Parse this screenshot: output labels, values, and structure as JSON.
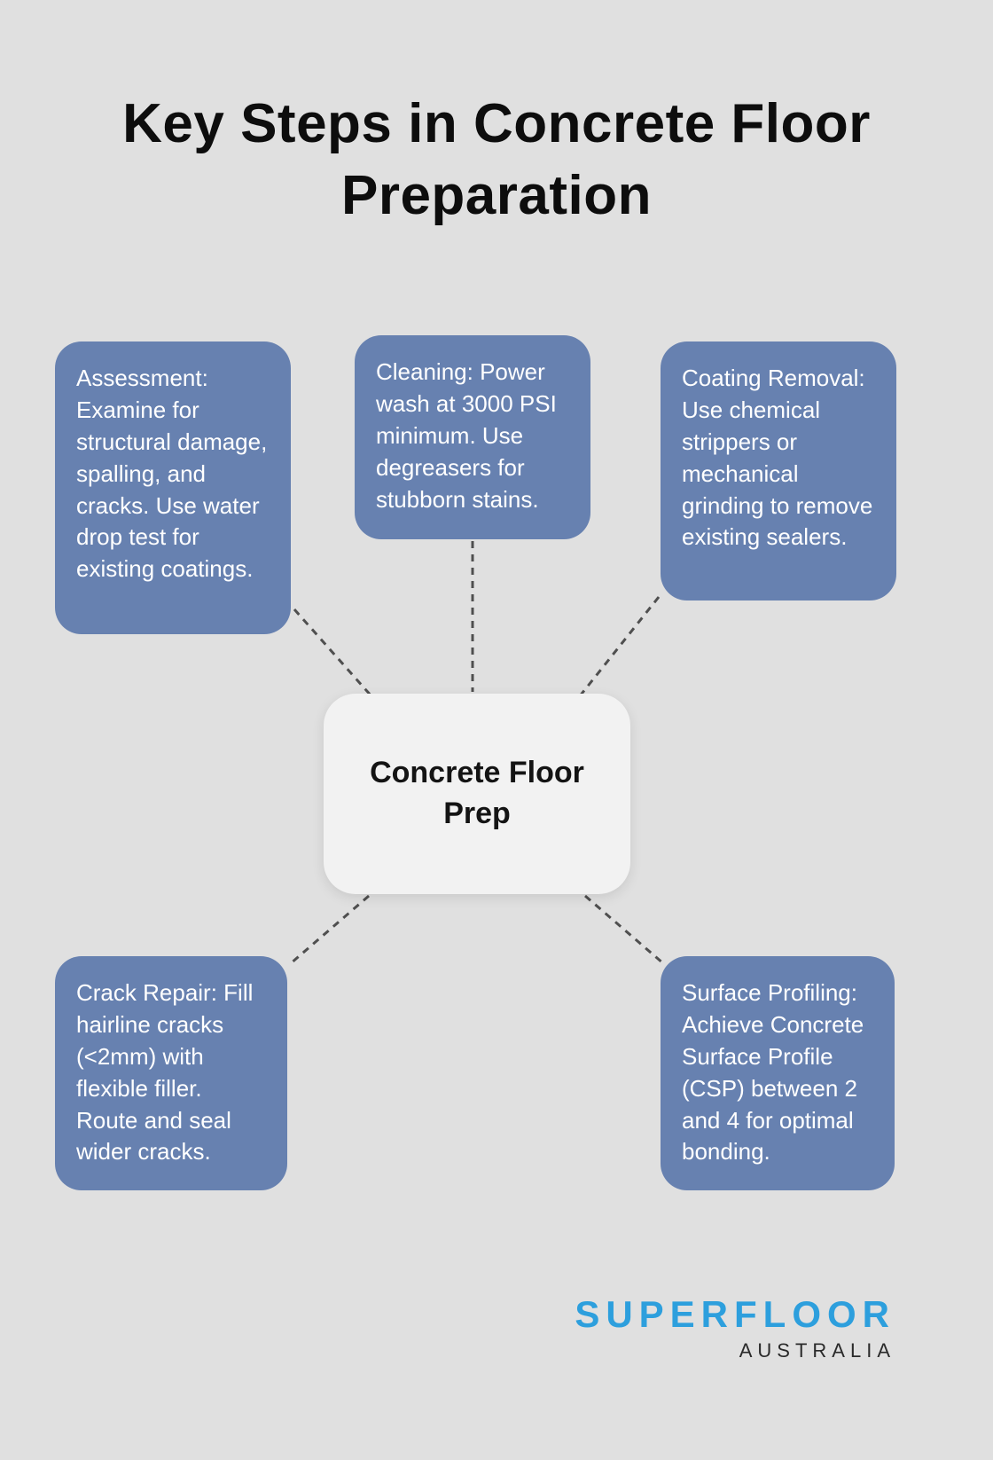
{
  "title": "Key Steps in Concrete Floor Preparation",
  "center": {
    "label": "Concrete Floor Prep"
  },
  "nodes": [
    {
      "id": "assessment",
      "text": "Assessment: Examine for structural damage, spalling, and cracks. Use water drop test for existing coatings."
    },
    {
      "id": "cleaning",
      "text": "Cleaning: Power wash at 3000 PSI minimum. Use degreasers for stubborn stains."
    },
    {
      "id": "coating-removal",
      "text": "Coating Removal: Use chemical strippers or mechanical grinding to remove existing sealers."
    },
    {
      "id": "crack-repair",
      "text": "Crack Repair: Fill hairline cracks (<2mm) with flexible filler. Route and seal wider cracks."
    },
    {
      "id": "surface-profiling",
      "text": "Surface Profiling: Achieve Concrete Surface Profile (CSP) between 2 and 4 for optimal bonding."
    }
  ],
  "logo": {
    "brand": "SUPERFLOOR",
    "sub": "AUSTRALIA"
  },
  "colors": {
    "background": "#e0e0e0",
    "node_bg": "#6781b0",
    "node_text": "#ffffff",
    "center_bg": "#f2f2f2",
    "center_text": "#141414",
    "connector": "#4f4f4f",
    "title_color": "#0d0d0d",
    "logo_blue": "#2d9fdd",
    "logo_dark": "#2a2a2a"
  }
}
